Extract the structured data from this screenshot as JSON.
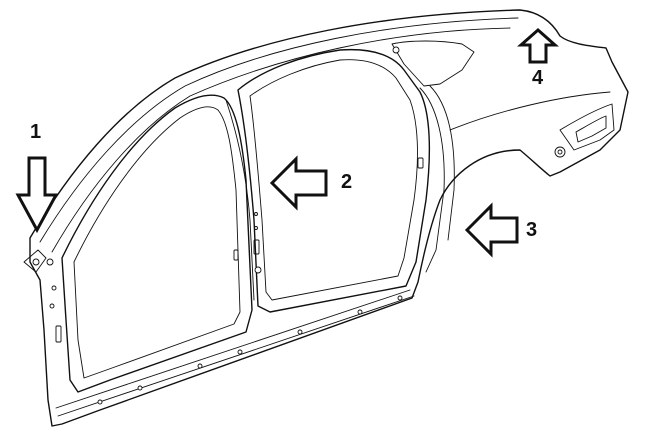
{
  "callouts": [
    {
      "label": "1",
      "target": "a-pillar-front-upper"
    },
    {
      "label": "2",
      "target": "b-pillar"
    },
    {
      "label": "3",
      "target": "rear-wheel-arch"
    },
    {
      "label": "4",
      "target": "rear-quarter-upper"
    }
  ],
  "colors": {
    "line": "#111111",
    "background": "#ffffff"
  }
}
